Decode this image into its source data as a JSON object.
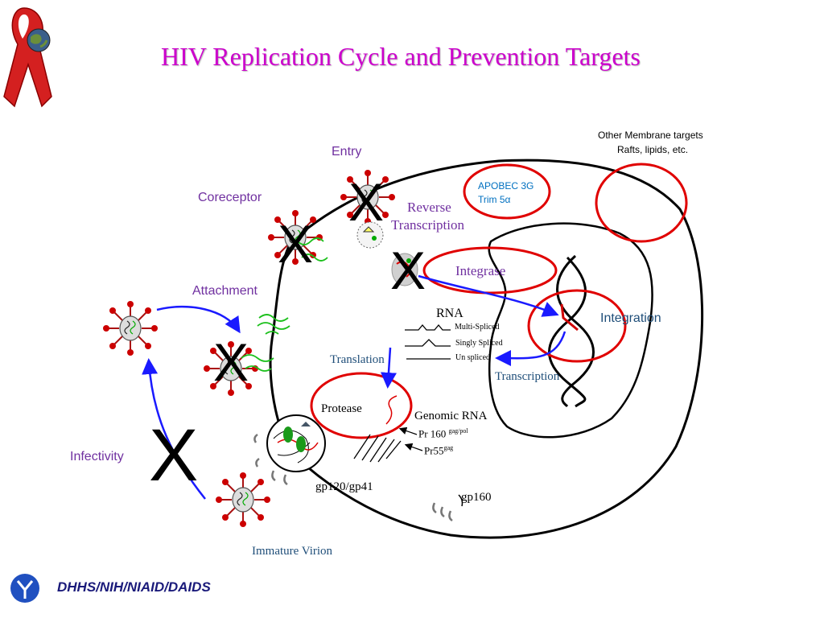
{
  "title": "HIV Replication Cycle and Prevention Targets",
  "footer": {
    "org": "DHHS/NIH/NIAID/DAIDS"
  },
  "labels": {
    "other_targets_line1": "Other Membrane targets",
    "other_targets_line2": "Rafts, lipids, etc.",
    "entry": "Entry",
    "coreceptor": "Coreceptor",
    "attachment": "Attachment",
    "infectivity": "Infectivity",
    "apobec": "APOBEC 3G",
    "trim": "Trim 5α",
    "reverse_transcription_line1": "Reverse",
    "reverse_transcription_line2": "Transcription",
    "integrase": "Integrase",
    "integration": "Integration",
    "rna": "RNA",
    "multi_spliced": "Multi-Spliced",
    "singly_spliced": "Singly Spliced",
    "un_spliced": "Un spliced",
    "translation": "Translation",
    "transcription": "Transcription",
    "protease": "Protease",
    "genomic_rna": "Genomic RNA",
    "pr160": "Pr 160",
    "pr160_sup": "gag/pol",
    "pr55": "Pr55",
    "pr55_sup": "gag",
    "gp120_gp41": "gp120/gp41",
    "gp160": "gp160",
    "immature_virion": "Immature Virion"
  },
  "block_mark": "X",
  "colors": {
    "title": "#cc00cc",
    "stage_label": "#7030a0",
    "target_circle": "#e00000",
    "arrow": "#1a1aff",
    "virion_spike": "#cc0000"
  },
  "icons": [
    "red-ribbon-icon",
    "globe-icon",
    "niaid-logo-icon"
  ]
}
